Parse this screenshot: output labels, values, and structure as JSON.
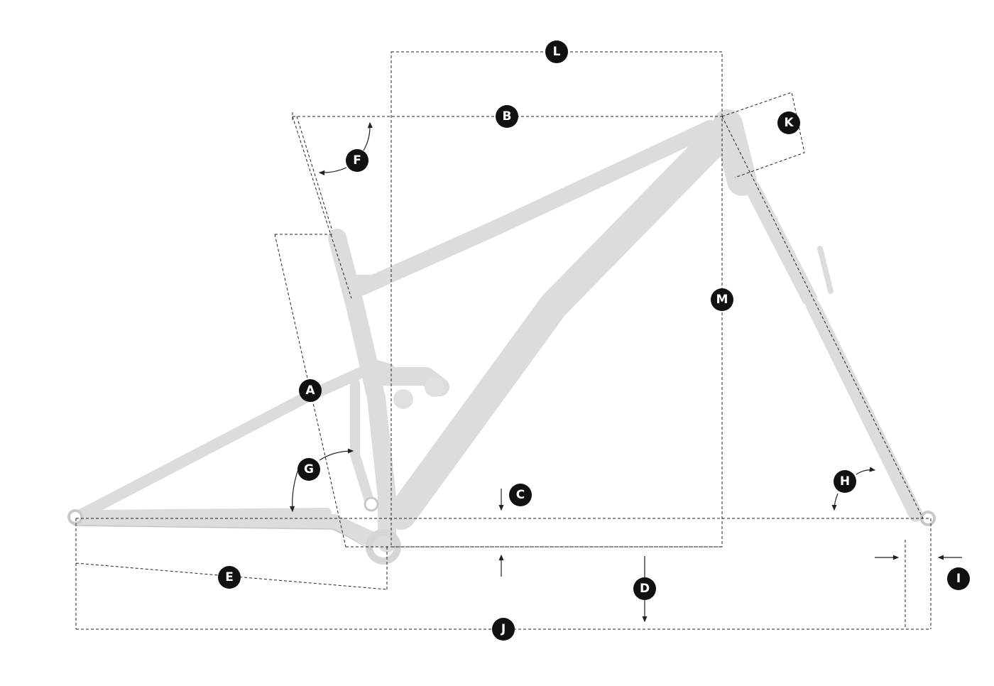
{
  "diagram": {
    "type": "bike frame geometry",
    "colors": {
      "frame": "#dcdcdc",
      "lines": "#222222",
      "label_bg": "#111111",
      "label_text": "#ffffff"
    },
    "labels": {
      "A": "A",
      "B": "B",
      "C": "C",
      "D": "D",
      "E": "E",
      "F": "F",
      "G": "G",
      "H": "H",
      "I": "I",
      "J": "J",
      "K": "K",
      "L": "L",
      "M": "M"
    }
  }
}
